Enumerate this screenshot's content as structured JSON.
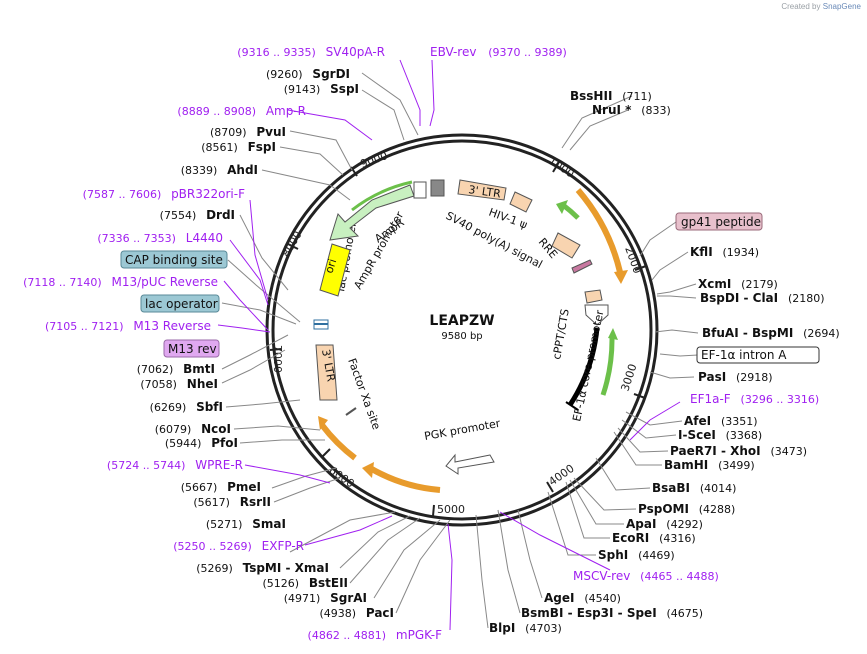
{
  "watermark": {
    "prefix": "Created by",
    "brand": "SnapGene"
  },
  "plasmid": {
    "name": "LEAPZW",
    "size_label": "9580 bp",
    "length": 9580
  },
  "ticks": [
    "1000",
    "2000",
    "3000",
    "4000",
    "5000",
    "6000",
    "7000",
    "8000",
    "9000"
  ],
  "feature_labels": {
    "ltr_top": "3' LTR",
    "ltr_bottom": "3' LTR",
    "hiv_psi": "HIV-1 ψ",
    "rre": "RRE",
    "sv40_polya": "SV40 poly(A) signal",
    "ampr": "AmpR",
    "ampr_promoter": "AmpR promoter",
    "ori": "ori",
    "lac_promoter": "lac promoter",
    "cppt": "cPPT/CTS",
    "ef1a_core": "EF-1α core promoter",
    "factor_xa": "Factor Xa site",
    "pgk": "PGK promoter"
  },
  "annotations": [
    {
      "id": "bsshii",
      "name": "BssHII",
      "pos": "(711)"
    },
    {
      "id": "nrui",
      "name": "NruI *",
      "pos": "(833)"
    },
    {
      "id": "gp41",
      "name": "gp41 peptide",
      "pos": ""
    },
    {
      "id": "kfli",
      "name": "KflI",
      "pos": "(1934)"
    },
    {
      "id": "xcmi",
      "name": "XcmI",
      "pos": "(2179)"
    },
    {
      "id": "bspdi",
      "name": "BspDI  - ClaI",
      "pos": "(2180)"
    },
    {
      "id": "bfuai",
      "name": "BfuAI  - BspMI",
      "pos": "(2694)"
    },
    {
      "id": "ef1a_intron",
      "name": "EF-1α intron A",
      "pos": ""
    },
    {
      "id": "pasi",
      "name": "PasI",
      "pos": "(2918)"
    },
    {
      "id": "ef1af",
      "name": "EF1a-F",
      "pos": "(3296 .. 3316)"
    },
    {
      "id": "afei",
      "name": "AfeI",
      "pos": "(3351)"
    },
    {
      "id": "isce",
      "name": "I-SceI",
      "pos": "(3368)"
    },
    {
      "id": "paer7i",
      "name": "PaeR7I  - XhoI",
      "pos": "(3473)"
    },
    {
      "id": "bamhi",
      "name": "BamHI",
      "pos": "(3499)"
    },
    {
      "id": "bsabi",
      "name": "BsaBI",
      "pos": "(4014)"
    },
    {
      "id": "pspomi",
      "name": "PspOMI",
      "pos": "(4288)"
    },
    {
      "id": "apai",
      "name": "ApaI",
      "pos": "(4292)"
    },
    {
      "id": "ecori",
      "name": "EcoRI",
      "pos": "(4316)"
    },
    {
      "id": "sphi",
      "name": "SphI",
      "pos": "(4469)"
    },
    {
      "id": "mscv",
      "name": "MSCV-rev",
      "pos": "(4465 .. 4488)"
    },
    {
      "id": "agei",
      "name": "AgeI",
      "pos": "(4540)"
    },
    {
      "id": "bsmbi",
      "name": "BsmBI  - Esp3I  - SpeI",
      "pos": "(4675)"
    },
    {
      "id": "blpi",
      "name": "BlpI",
      "pos": "(4703)"
    },
    {
      "id": "mpgkf",
      "name": "mPGK-F",
      "pos": "(4862 .. 4881)"
    },
    {
      "id": "paci",
      "name": "PacI",
      "pos": "(4938)"
    },
    {
      "id": "sgrai",
      "name": "SgrAI",
      "pos": "(4971)"
    },
    {
      "id": "bsteii",
      "name": "BstEII",
      "pos": "(5126)"
    },
    {
      "id": "tspmi",
      "name": "TspMI  - XmaI",
      "pos": "(5269)"
    },
    {
      "id": "exfpr",
      "name": "EXFP-R",
      "pos": "(5250 .. 5269)"
    },
    {
      "id": "smai",
      "name": "SmaI",
      "pos": "(5271)"
    },
    {
      "id": "rsrii",
      "name": "RsrII",
      "pos": "(5617)"
    },
    {
      "id": "pmei",
      "name": "PmeI",
      "pos": "(5667)"
    },
    {
      "id": "wprer",
      "name": "WPRE-R",
      "pos": "(5724 .. 5744)"
    },
    {
      "id": "pfoi",
      "name": "PfoI",
      "pos": "(5944)"
    },
    {
      "id": "ncoi",
      "name": "NcoI",
      "pos": "(6079)"
    },
    {
      "id": "sbfi",
      "name": "SbfI",
      "pos": "(6269)"
    },
    {
      "id": "nhei",
      "name": "NheI",
      "pos": "(7058)"
    },
    {
      "id": "bmti",
      "name": "BmtI",
      "pos": "(7062)"
    },
    {
      "id": "m13rev",
      "name": "M13 rev",
      "pos": ""
    },
    {
      "id": "m13reverse",
      "name": "M13 Reverse",
      "pos": "(7105 .. 7121)"
    },
    {
      "id": "lacop",
      "name": "lac operator",
      "pos": ""
    },
    {
      "id": "m13puc",
      "name": "M13/pUC Reverse",
      "pos": "(7118 .. 7140)"
    },
    {
      "id": "cap",
      "name": "CAP binding site",
      "pos": ""
    },
    {
      "id": "l4440",
      "name": "L4440",
      "pos": "(7336 .. 7353)"
    },
    {
      "id": "drdi",
      "name": "DrdI",
      "pos": "(7554)"
    },
    {
      "id": "pbr322",
      "name": "pBR322ori-F",
      "pos": "(7587 .. 7606)"
    },
    {
      "id": "ahdi",
      "name": "AhdI",
      "pos": "(8339)"
    },
    {
      "id": "fspi",
      "name": "FspI",
      "pos": "(8561)"
    },
    {
      "id": "pvui",
      "name": "PvuI",
      "pos": "(8709)"
    },
    {
      "id": "ampr_primer",
      "name": "Amp-R",
      "pos": "(8889 .. 8908)"
    },
    {
      "id": "sspi",
      "name": "SspI",
      "pos": "(9143)"
    },
    {
      "id": "sgrdi",
      "name": "SgrDI",
      "pos": "(9260)"
    },
    {
      "id": "sv40par",
      "name": "SV40pA-R",
      "pos": "(9316 .. 9335)"
    },
    {
      "id": "ebvrev",
      "name": "EBV-rev",
      "pos": "(9370 .. 9389)"
    }
  ],
  "colors": {
    "backbone": "#222222",
    "primer": "#a020f0",
    "ltr_fill": "#f8d4b0",
    "orange_arrow": "#e89b2c",
    "green_arrow": "#6cc04a",
    "ampr_fill": "#c8f0c0",
    "ori_fill": "#ffff00",
    "gp41_fill": "#e8c0cc",
    "blue_box": "#9cc8d4",
    "m13_fill": "#e0a8f0",
    "leader": "#888888"
  }
}
